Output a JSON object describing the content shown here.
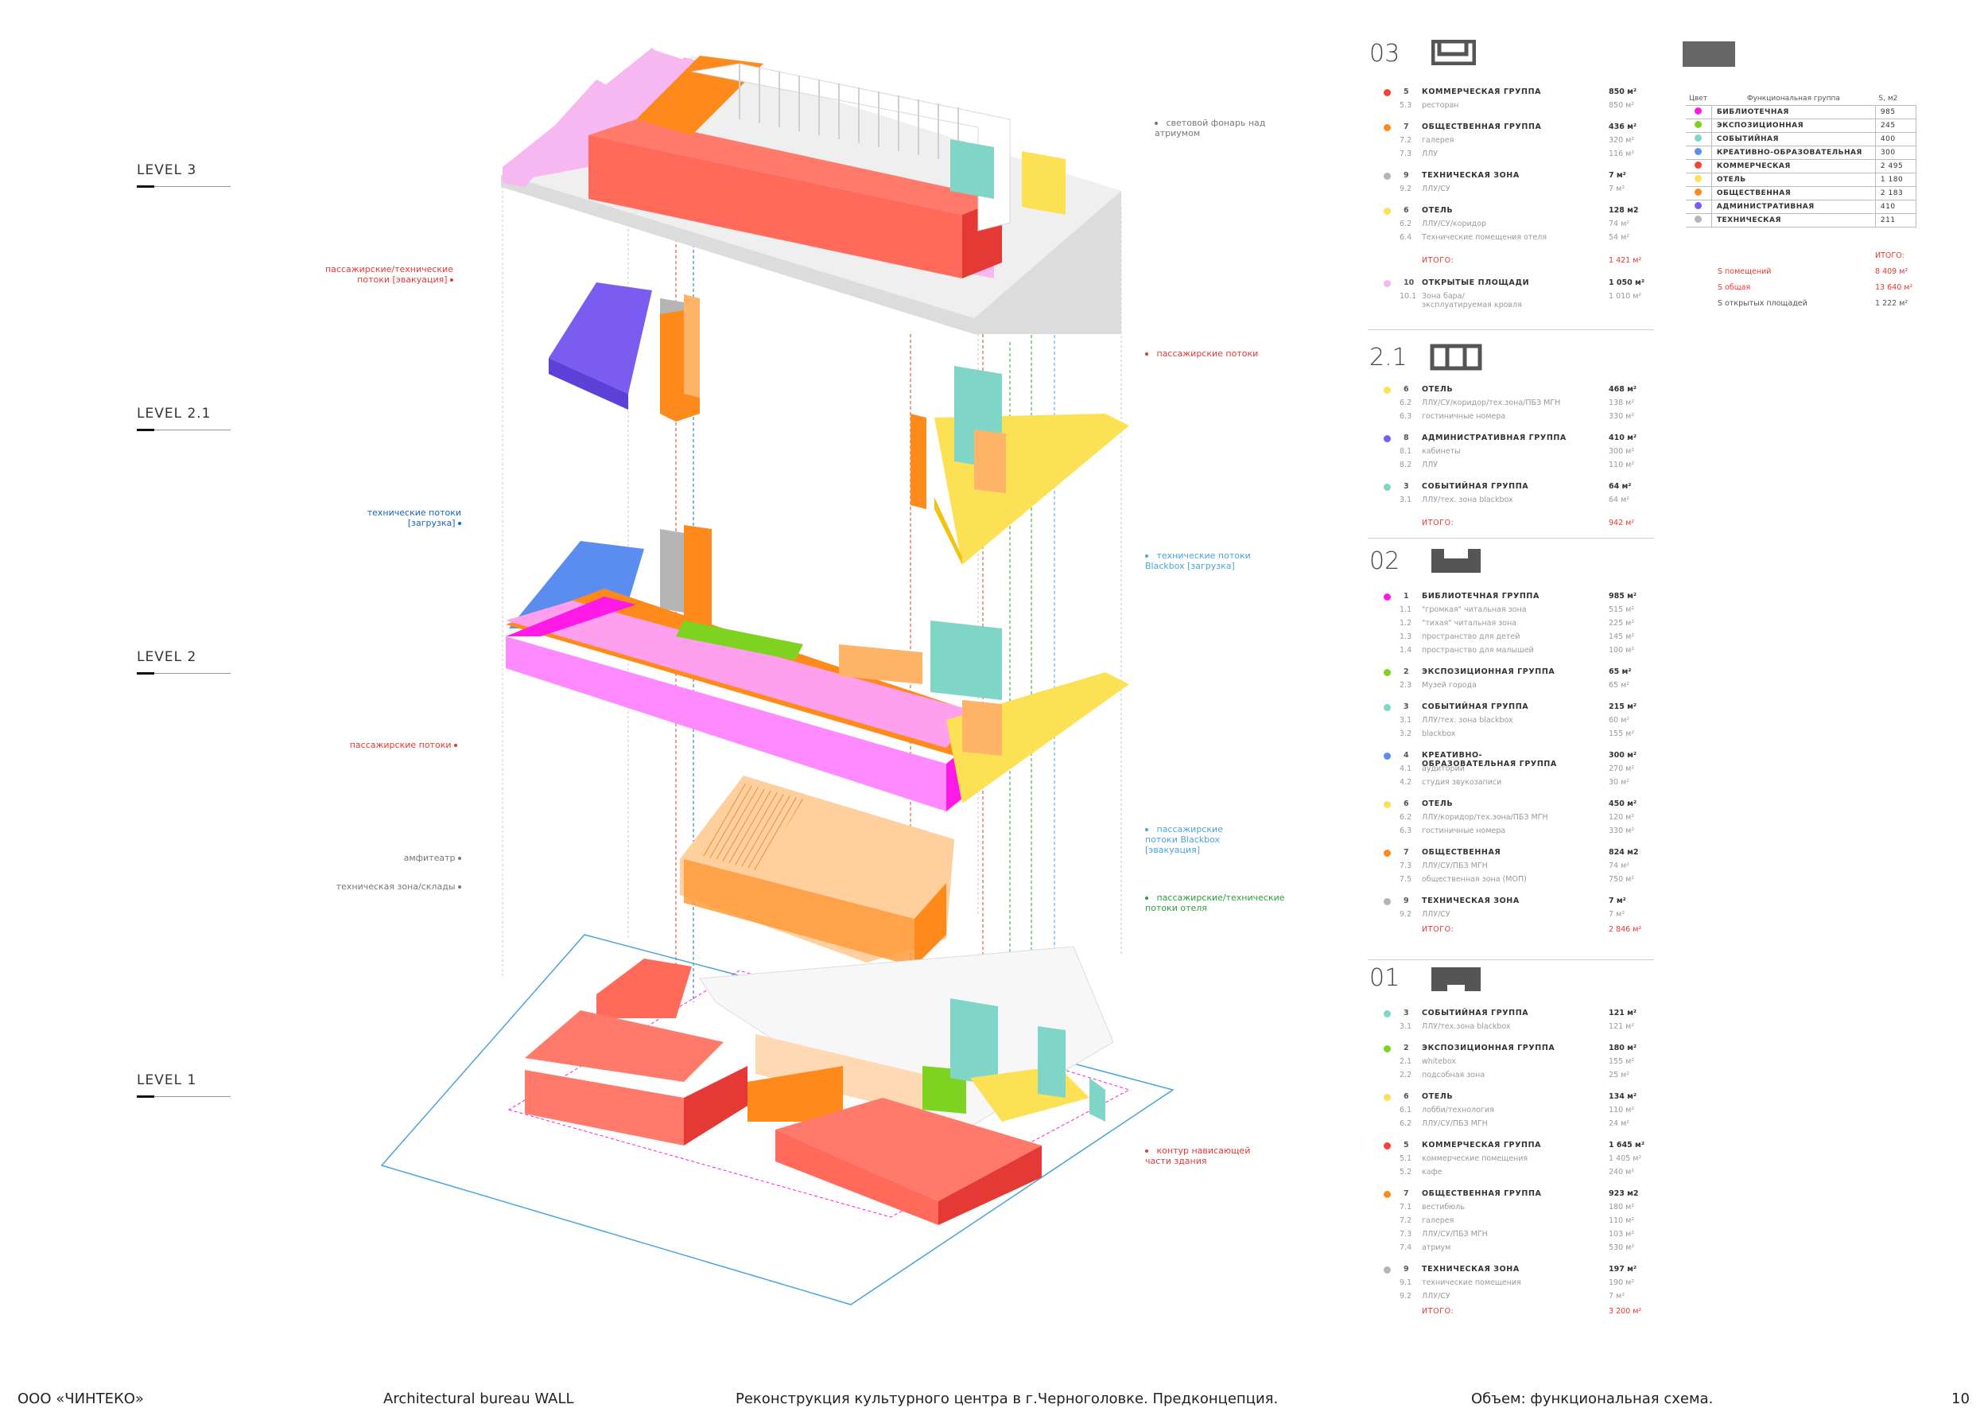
{
  "levels": [
    {
      "label": "LEVEL 3"
    },
    {
      "label": "LEVEL 2.1"
    },
    {
      "label": "LEVEL 2"
    },
    {
      "label": "LEVEL 1"
    }
  ],
  "callouts": {
    "skylight": "световой фонарь над атриумом",
    "pass_tech_evac": "пассажирские/технические потоки [эвакуация]",
    "pass_flows_1": "пассажирские потоки",
    "tech_flows_load": "технические потоки [загрузка]",
    "tech_blackbox_load": "технические потоки Blackbox [загрузка]",
    "pass_flows_2": "пассажирские потоки",
    "pass_blackbox_evac": "пассажирские потоки Blackbox [эвакуация]",
    "amphitheater": "амфитеатр",
    "tech_zone": "техническая зона/склады",
    "hotel_flows": "пассажирские/технические потоки отеля",
    "overhang": "контур нависающей части здания"
  },
  "colors": {
    "library": "#ff19e6",
    "expo": "#7ed321",
    "event": "#7fd6c6",
    "creative": "#5b8cf0",
    "commercial": "#f44336",
    "hotel": "#fde154",
    "public": "#ff8a1c",
    "admin": "#7a5cf0",
    "technical": "#b5b5b5",
    "open": "#f7b8f2"
  },
  "sections": [
    {
      "number": "03",
      "groups": [
        {
          "color": "commercial",
          "num": "5",
          "name": "КОММЕРЧЕСКАЯ ГРУППА",
          "area": "850 м²",
          "items": [
            {
              "num": "5.3",
              "name": "ресторан",
              "area": "850 м²"
            }
          ]
        },
        {
          "color": "public",
          "num": "7",
          "name": "ОБЩЕСТВЕННАЯ ГРУППА",
          "area": "436 м²",
          "items": [
            {
              "num": "7.2",
              "name": "галерея",
              "area": "320 м²"
            },
            {
              "num": "7.3",
              "name": "ЛЛУ",
              "area": "116 м²"
            }
          ]
        },
        {
          "color": "technical",
          "num": "9",
          "name": "ТЕХНИЧЕСКАЯ ЗОНА",
          "area": "7 м²",
          "items": [
            {
              "num": "9.2",
              "name": "ЛЛУ/СУ",
              "area": "7 м²"
            }
          ]
        },
        {
          "color": "hotel",
          "num": "6",
          "name": "ОТЕЛЬ",
          "area": "128 м2",
          "items": [
            {
              "num": "6.2",
              "name": "ЛЛУ/СУ/коридор",
              "area": "74 м²"
            },
            {
              "num": "6.4",
              "name": "Технические помещения отеля",
              "area": "54 м²"
            }
          ]
        }
      ],
      "total_label": "ИТОГО:",
      "total": "1 421 м²",
      "after": [
        {
          "color": "open",
          "num": "10",
          "name": "ОТКРЫТЫЕ ПЛОЩАДИ",
          "area": "1 050 м²",
          "items": [
            {
              "num": "10.1",
              "name": "Зона бара/ эксплуатируемая кровля",
              "area": "1 010 м²"
            }
          ]
        }
      ]
    },
    {
      "number": "2.1",
      "groups": [
        {
          "color": "hotel",
          "num": "6",
          "name": "ОТЕЛЬ",
          "area": "468 м²",
          "items": [
            {
              "num": "6.2",
              "name": "ЛЛУ/СУ/коридор/тех.зона/ПБЗ МГН",
              "area": "138 м²"
            },
            {
              "num": "6.3",
              "name": "гостиничные номера",
              "area": "330 м²"
            }
          ]
        },
        {
          "color": "admin",
          "num": "8",
          "name": "АДМИНИСТРАТИВНАЯ ГРУППА",
          "area": "410 м²",
          "items": [
            {
              "num": "8.1",
              "name": "кабинеты",
              "area": "300 м²"
            },
            {
              "num": "8.2",
              "name": "ЛЛУ",
              "area": "110 м²"
            }
          ]
        },
        {
          "color": "event",
          "num": "3",
          "name": "СОБЫТИЙНАЯ ГРУППА",
          "area": "64 м²",
          "items": [
            {
              "num": "3.1",
              "name": "ЛЛУ/тех. зона blackbox",
              "area": "64 м²"
            }
          ]
        }
      ],
      "total_label": "ИТОГО:",
      "total": "942 м²"
    },
    {
      "number": "02",
      "groups": [
        {
          "color": "library",
          "num": "1",
          "name": "БИБЛИОТЕЧНАЯ ГРУППА",
          "area": "985 м²",
          "items": [
            {
              "num": "1.1",
              "name": "\"громкая\" читальная зона",
              "area": "515 м²"
            },
            {
              "num": "1.2",
              "name": "\"тихая\" читальная зона",
              "area": "225 м²"
            },
            {
              "num": "1.3",
              "name": "пространство для детей",
              "area": "145 м²"
            },
            {
              "num": "1.4",
              "name": "пространство для малышей",
              "area": "100 м²"
            }
          ]
        },
        {
          "color": "expo",
          "num": "2",
          "name": "ЭКСПОЗИЦИОННАЯ ГРУППА",
          "area": "65 м²",
          "items": [
            {
              "num": "2.3",
              "name": "Музей города",
              "area": "65 м²"
            }
          ]
        },
        {
          "color": "event",
          "num": "3",
          "name": "СОБЫТИЙНАЯ ГРУППА",
          "area": "215 м²",
          "items": [
            {
              "num": "3.1",
              "name": "ЛЛУ/тех. зона blackbox",
              "area": "60 м²"
            },
            {
              "num": "3.2",
              "name": "blackbox",
              "area": "155 м²"
            }
          ]
        },
        {
          "color": "creative",
          "num": "4",
          "name": "КРЕАТИВНО-ОБРАЗОВАТЕЛЬНАЯ ГРУППА",
          "area": "300 м²",
          "items": [
            {
              "num": "4.1",
              "name": "аудитории",
              "area": "270 м²"
            },
            {
              "num": "4.2",
              "name": "студия звукозаписи",
              "area": "30 м²"
            }
          ]
        },
        {
          "color": "hotel",
          "num": "6",
          "name": "ОТЕЛЬ",
          "area": "450 м²",
          "items": [
            {
              "num": "6.2",
              "name": "ЛЛУ/коридор/тех.зона/ПБЗ МГН",
              "area": "120 м²"
            },
            {
              "num": "6.3",
              "name": "гостиничные номера",
              "area": "330 м²"
            }
          ]
        },
        {
          "color": "public",
          "num": "7",
          "name": "ОБЩЕСТВЕННАЯ",
          "area": "824 м2",
          "items": [
            {
              "num": "7.3",
              "name": "ЛЛУ/СУ/ПБЗ МГН",
              "area": "74 м²"
            },
            {
              "num": "7.5",
              "name": "общественная зона (МОП)",
              "area": "750 м²"
            }
          ]
        },
        {
          "color": "technical",
          "num": "9",
          "name": "ТЕХНИЧЕСКАЯ ЗОНА",
          "area": "7 м²",
          "items": [
            {
              "num": "9.2",
              "name": "ЛЛУ/СУ",
              "area": "7 м²"
            }
          ]
        }
      ],
      "total_label": "ИТОГО:",
      "total": "2 846 м²"
    },
    {
      "number": "01",
      "groups": [
        {
          "color": "event",
          "num": "3",
          "name": "СОБЫТИЙНАЯ ГРУППА",
          "area": "121 м²",
          "items": [
            {
              "num": "3.1",
              "name": "ЛЛУ/тех.зона blackbox",
              "area": "121 м²"
            }
          ]
        },
        {
          "color": "expo",
          "num": "2",
          "name": "ЭКСПОЗИЦИОННАЯ ГРУППА",
          "area": "180 м²",
          "items": [
            {
              "num": "2.1",
              "name": "whitebox",
              "area": "155 м²"
            },
            {
              "num": "2.2",
              "name": "подсобная зона",
              "area": "25 м²"
            }
          ]
        },
        {
          "color": "hotel",
          "num": "6",
          "name": "ОТЕЛЬ",
          "area": "134 м²",
          "items": [
            {
              "num": "6.1",
              "name": "лобби/технология",
              "area": "110 м²"
            },
            {
              "num": "6.2",
              "name": "ЛЛУ/СУ/ПБЗ МГН",
              "area": "24 м²"
            }
          ]
        },
        {
          "color": "commercial",
          "num": "5",
          "name": "КОММЕРЧЕСКАЯ ГРУППА",
          "area": "1 645 м²",
          "items": [
            {
              "num": "5.1",
              "name": "коммерческие помещения",
              "area": "1 405 м²"
            },
            {
              "num": "5.2",
              "name": "кафе",
              "area": "240 м²"
            }
          ]
        },
        {
          "color": "public",
          "num": "7",
          "name": "ОБЩЕСТВЕННАЯ ГРУППА",
          "area": "923 м2",
          "items": [
            {
              "num": "7.1",
              "name": "вестибюль",
              "area": "180 м²"
            },
            {
              "num": "7.2",
              "name": "галерея",
              "area": "110 м²"
            },
            {
              "num": "7.3",
              "name": "ЛЛУ/СУ/ПБЗ МГН",
              "area": "103 м²"
            },
            {
              "num": "7.4",
              "name": "атриум",
              "area": "530 м²"
            }
          ]
        },
        {
          "color": "technical",
          "num": "9",
          "name": "ТЕХНИЧЕСКАЯ ЗОНА",
          "area": "197 м²",
          "items": [
            {
              "num": "9.1",
              "name": "технические помещения",
              "area": "190 м²"
            },
            {
              "num": "9.2",
              "name": "ЛЛУ/СУ",
              "area": "7 м²"
            }
          ]
        }
      ],
      "total_label": "ИТОГО:",
      "total": "3 200 м²"
    }
  ],
  "legend": {
    "headers": [
      "Цвет",
      "Функциональная группа",
      "S, м2"
    ],
    "rows": [
      {
        "color": "library",
        "name": "БИБЛИОТЕЧНАЯ",
        "value": "985"
      },
      {
        "color": "expo",
        "name": "ЭКСПОЗИЦИОННАЯ",
        "value": "245"
      },
      {
        "color": "event",
        "name": "СОБЫТИЙНАЯ",
        "value": "400"
      },
      {
        "color": "creative",
        "name": "КРЕАТИВНО-ОБРАЗОВАТЕЛЬНАЯ",
        "value": "300"
      },
      {
        "color": "commercial",
        "name": "КОММЕРЧЕСКАЯ",
        "value": "2 495"
      },
      {
        "color": "hotel",
        "name": "ОТЕЛЬ",
        "value": "1 180"
      },
      {
        "color": "public",
        "name": "ОБЩЕСТВЕННАЯ",
        "value": "2 183"
      },
      {
        "color": "admin",
        "name": "АДМИНИСТРАТИВНАЯ",
        "value": "410"
      },
      {
        "color": "technical",
        "name": "ТЕХНИЧЕСКАЯ",
        "value": "211"
      }
    ]
  },
  "summary": {
    "title": "ИТОГО:",
    "rows": [
      {
        "label": "S помещений",
        "value": "8 409 м²"
      },
      {
        "label": "S общая",
        "value": "13 640 м²"
      },
      {
        "label": "S открытых площадей",
        "value": "1 222 м²"
      }
    ]
  },
  "footer": {
    "company": "ООО «ЧИНТЕКО»",
    "bureau": "Architectural bureau WALL",
    "project": "Реконструкция культурного центра в г.Черноголовке. Предконцепция.",
    "sheet": "Объем: функциональная схема.",
    "page": "10"
  }
}
